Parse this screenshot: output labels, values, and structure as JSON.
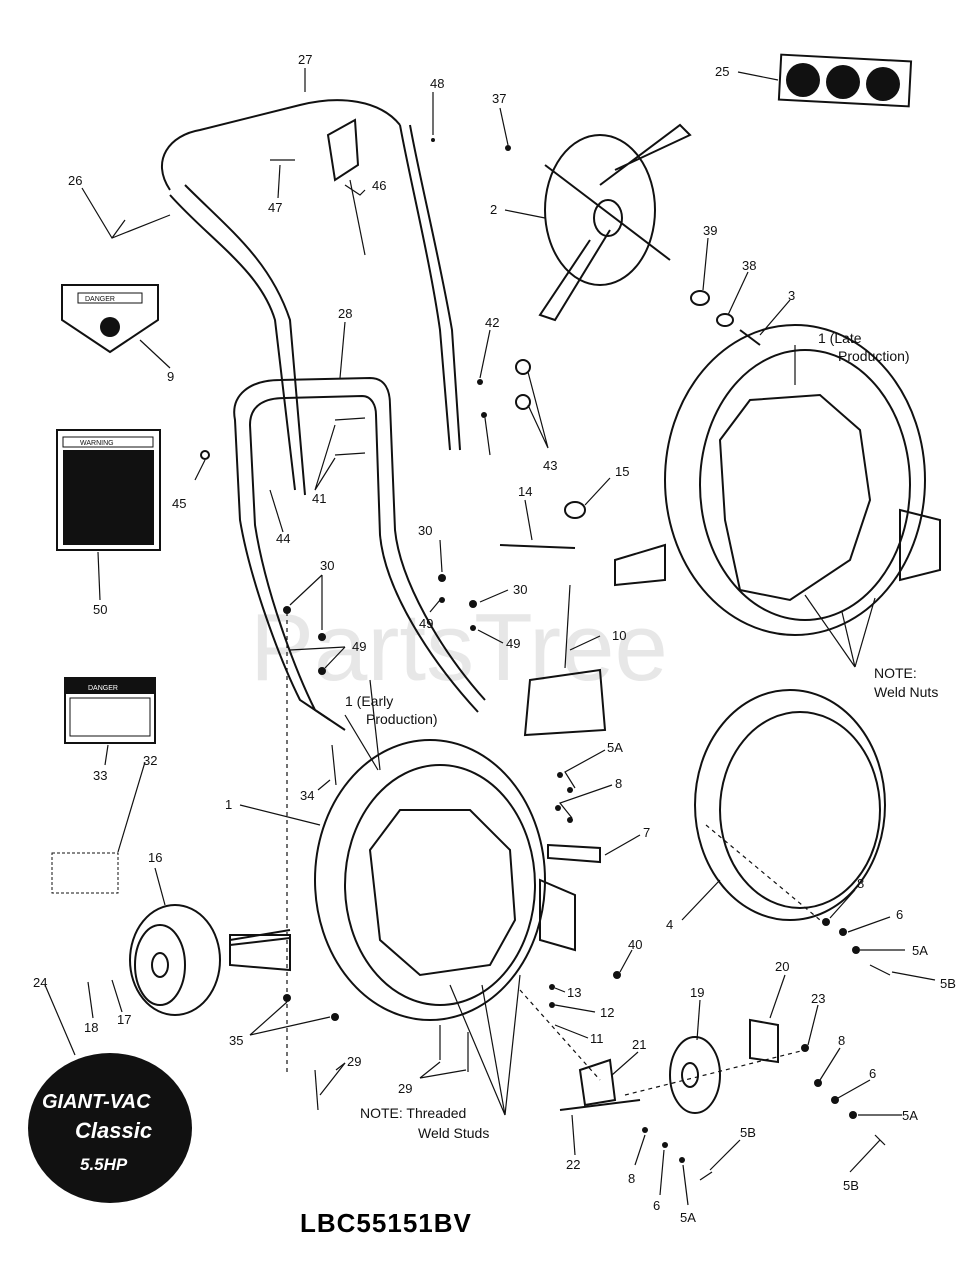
{
  "watermark": "PartsTree",
  "model": "LBC55151BV",
  "logo": {
    "line1": "GIANT-VAC",
    "line2": "Classic",
    "line3": "5.5HP"
  },
  "decals": {
    "danger_top": "DANGER",
    "warning": "WARNING",
    "danger_bottom": "DANGER"
  },
  "notes": {
    "late_production_1": "1 (Late",
    "late_production_2": "Production)",
    "early_production_1": "1 (Early",
    "early_production_2": "Production)",
    "weld_nuts_1": "NOTE:",
    "weld_nuts_2": "Weld Nuts",
    "weld_studs_1": "NOTE: Threaded",
    "weld_studs_2": "Weld Studs"
  },
  "callouts": [
    "27",
    "48",
    "37",
    "25",
    "26",
    "47",
    "46",
    "2",
    "39",
    "38",
    "3",
    "9",
    "28",
    "42",
    "43",
    "45",
    "41",
    "44",
    "15",
    "14",
    "50",
    "30",
    "30",
    "30",
    "49",
    "49",
    "10",
    "49",
    "33",
    "1",
    "34",
    "32",
    "16",
    "5A",
    "8",
    "7",
    "8",
    "6",
    "5A",
    "5B",
    "4",
    "40",
    "13",
    "12",
    "11",
    "24",
    "18",
    "17",
    "35",
    "29",
    "29",
    "22",
    "21",
    "19",
    "20",
    "23",
    "8",
    "6",
    "5A",
    "8",
    "6",
    "5A",
    "5B",
    "5B"
  ],
  "colors": {
    "ink": "#111111",
    "watermark": "#d8d8d8",
    "logo_bg": "#111111"
  }
}
